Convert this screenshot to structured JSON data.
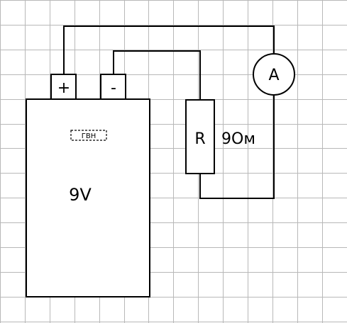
{
  "battery": {
    "voltage_label": "9V",
    "positive_label": "+",
    "negative_label": "-",
    "internal_component_label": "ГВН"
  },
  "resistor": {
    "symbol_label": "R",
    "value_label": "9Ом"
  },
  "ammeter": {
    "symbol_label": "A"
  },
  "colors": {
    "wire": "#000000",
    "grid": "#b8b8b8",
    "background": "#ffffff"
  }
}
